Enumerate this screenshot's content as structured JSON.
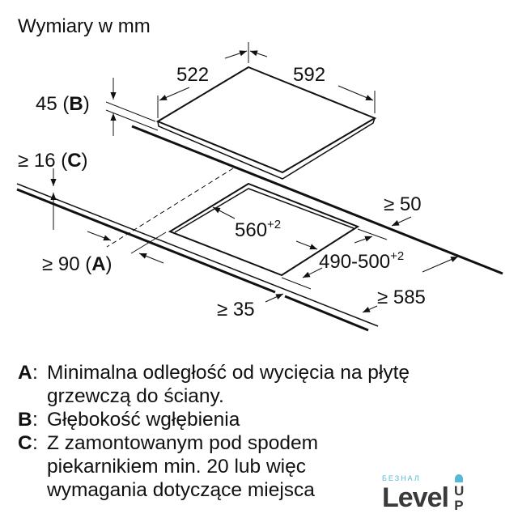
{
  "title": "Wymiary w mm",
  "dimensions": {
    "depth": "522",
    "width": "592",
    "b_depth": "45 (",
    "b_letter": "B",
    "c_gap": "≥ 16 (",
    "c_letter": "C",
    "back_gap": "≥ 50",
    "cutout_width": "560",
    "cutout_width_tol": "+2",
    "a_dist": "≥ 90 (",
    "a_letter": "A",
    "cutout_depth": "490-500",
    "cutout_depth_tol": "+2",
    "counter_depth": "≥ 585",
    "front_gap": "≥ 35",
    "close_paren": ")"
  },
  "legend": [
    {
      "key": "A",
      "lines": [
        "Minimalna odległość od wycięcia na płytę",
        "grzewczą do ściany."
      ]
    },
    {
      "key": "B",
      "lines": [
        "Głębokość wgłębienia"
      ]
    },
    {
      "key": "C",
      "lines": [
        "Z zamontowanym pod spodem",
        "piekarnikiem min. 20 lub więc",
        "wymagania dotyczące miejsca"
      ]
    }
  ],
  "watermark": {
    "small": "БЕЗНАЛ",
    "brand": "Level",
    "up": "UP"
  }
}
